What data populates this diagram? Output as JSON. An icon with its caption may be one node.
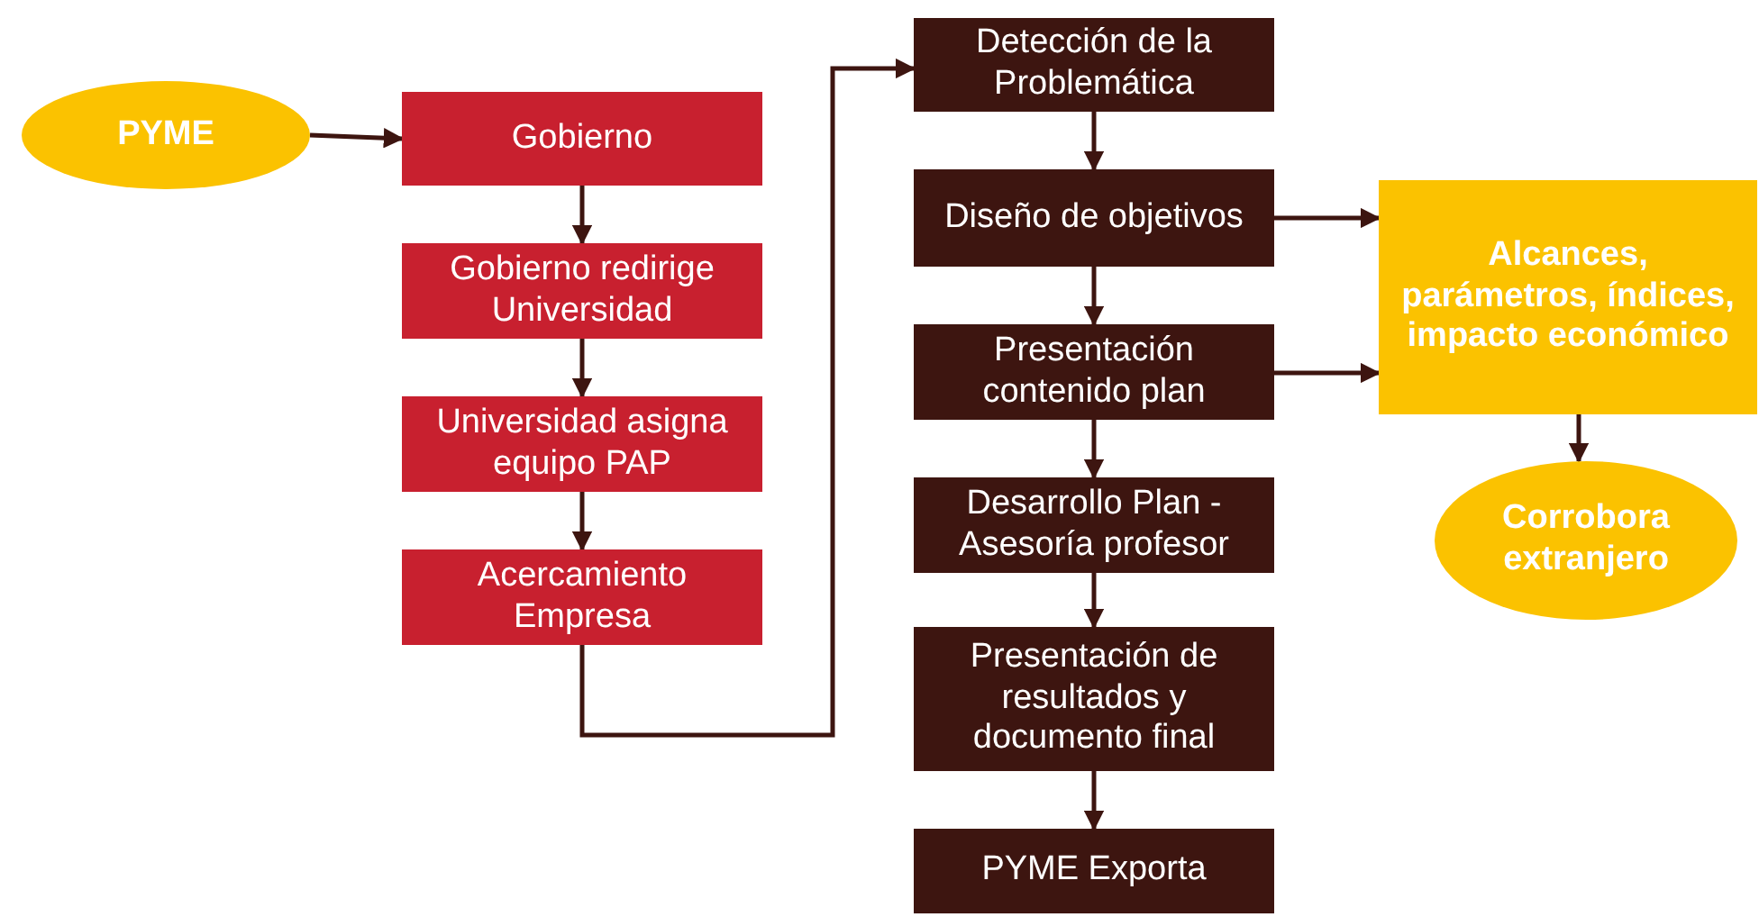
{
  "diagram": {
    "nodes": [
      {
        "text": [
          "PYME"
        ]
      },
      {
        "text": [
          "Gobierno"
        ]
      },
      {
        "text": [
          "Gobierno redirige Universidad"
        ]
      },
      {
        "text": [
          "Universidad asigna equipo PAP"
        ]
      },
      {
        "text": [
          "Acercamiento Empresa"
        ]
      },
      {
        "text": [
          "Detección de la Problemática"
        ]
      },
      {
        "text": [
          "Diseño de objetivos"
        ]
      },
      {
        "text": [
          "Presentación contenido plan"
        ]
      },
      {
        "text": [
          "Desarrollo Plan - Asesoría profesor"
        ]
      },
      {
        "text": [
          "Presentación de resultados y documento final"
        ]
      },
      {
        "text": [
          "PYME Exporta"
        ]
      },
      {
        "text": [
          "Alcances, parámetros, índices, impacto económico"
        ]
      },
      {
        "text": [
          "Corrobora extranjero"
        ]
      }
    ],
    "edges": [
      {
        "from": 0,
        "to": 1,
        "arrow": "to"
      },
      {
        "from": 1,
        "to": 2,
        "arrow": "to"
      },
      {
        "from": 2,
        "to": 3,
        "arrow": "to"
      },
      {
        "from": 3,
        "to": 4,
        "arrow": "to"
      },
      {
        "from": 4,
        "to": 5,
        "arrow": "to"
      },
      {
        "from": 5,
        "to": 6,
        "arrow": "to"
      },
      {
        "from": 6,
        "to": 7,
        "arrow": "to"
      },
      {
        "from": 7,
        "to": 8,
        "arrow": "to"
      },
      {
        "from": 8,
        "to": 9,
        "arrow": "to"
      },
      {
        "from": 9,
        "to": 10,
        "arrow": "to"
      },
      {
        "from": 6,
        "to": 11,
        "arrow": "to"
      },
      {
        "from": 7,
        "to": 11,
        "arrow": "to"
      },
      {
        "from": 11,
        "to": 12,
        "arrow": "to"
      }
    ]
  }
}
